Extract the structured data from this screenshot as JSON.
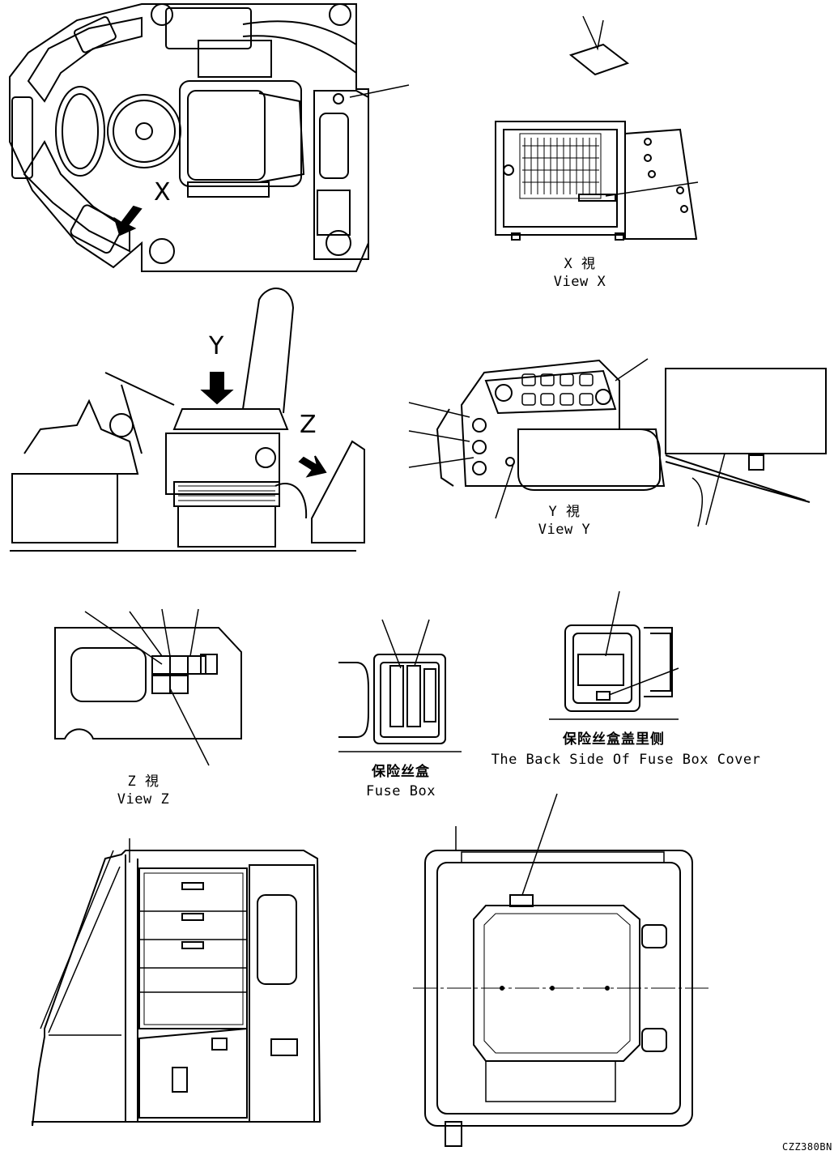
{
  "view_x": {
    "kanji": "X 視",
    "english": "View X",
    "arrow_letter": "X"
  },
  "view_y": {
    "kanji": "Y 視",
    "english": "View Y",
    "arrow_letter": "Y"
  },
  "view_z": {
    "kanji": "Z 視",
    "english": "View Z",
    "arrow_letter": "Z"
  },
  "fuse_box": {
    "chinese": "保险丝盒",
    "english": "Fuse Box"
  },
  "fuse_box_cover": {
    "chinese": "保险丝盒盖里侧",
    "english": "The Back Side Of Fuse Box Cover"
  },
  "drawing_code": "CZZ380BN"
}
